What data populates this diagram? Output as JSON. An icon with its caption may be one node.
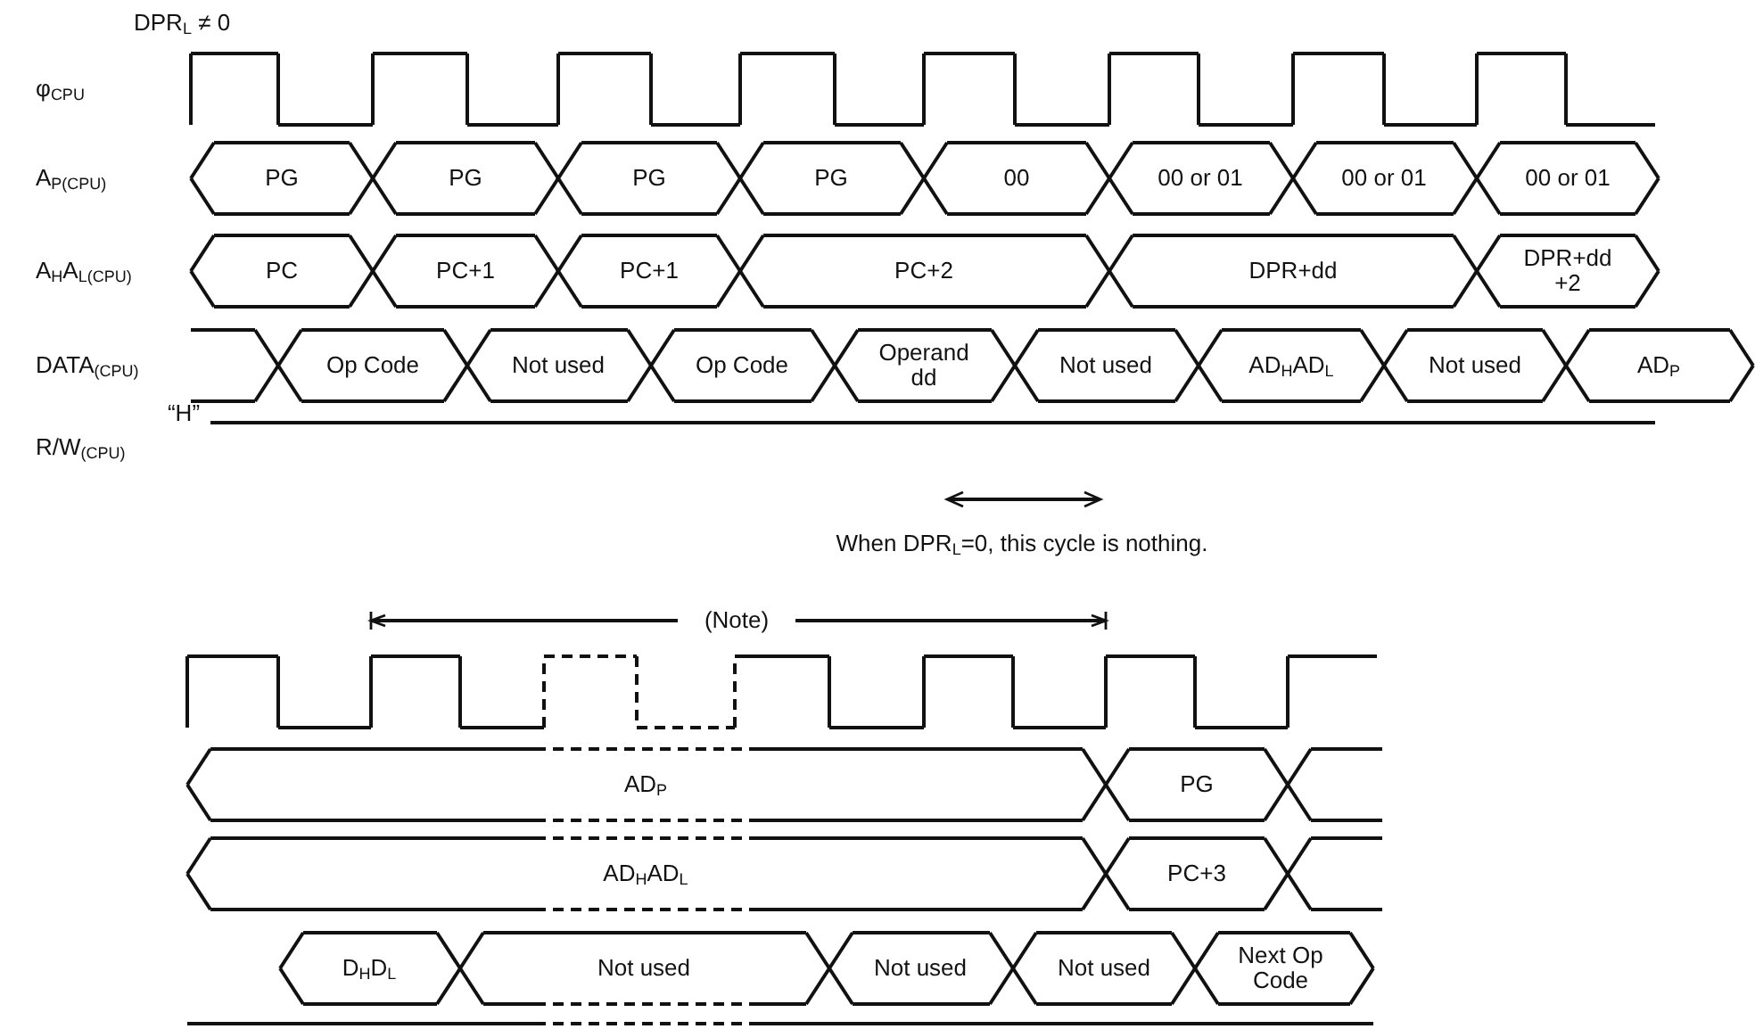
{
  "diagram": {
    "labels": [
      "DPR$_{L}$ ≠ 0",
      "φ$_{CPU}$",
      "A$_{P(CPU)}$",
      "PG",
      "PG",
      "PG",
      "PG",
      "00",
      "00 or 01",
      "00 or 01",
      "00 or 01",
      "A$_{H}$A$_{L(CPU)}$",
      "PC",
      "PC+1",
      "PC+1",
      "PC+2",
      "DPR+dd",
      "DPR+dd +2",
      "DATA$_{(CPU)}$",
      "Op Code",
      "Not used",
      "Op Code",
      "Operand dd",
      "Not used",
      "AD$_{H}$AD$_{L}$",
      "Not used",
      "AD$_{P}$",
      "“H”",
      "R/W$_{(CPU)}$",
      "When DPR$_{L}$=0, this cycle is nothing.",
      "(Note)",
      "AD$_{P}$",
      "PG",
      "AD$_{H}$AD$_{L}$",
      "PC+3",
      "D$_{H}$D$_{L}$",
      "Not used",
      "Not used",
      "Not used",
      "Next Op Code"
    ]
  }
}
